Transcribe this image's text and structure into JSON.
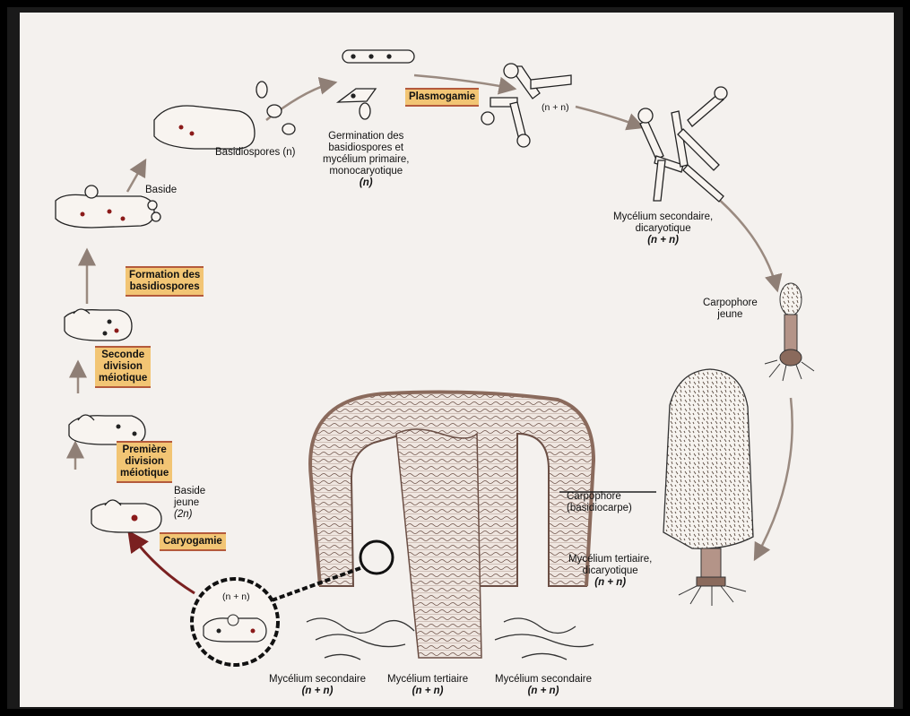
{
  "labels": {
    "basidiospores": "Basidiospores (n)",
    "germination_1": "Germination des",
    "germination_2": "basidiospores et",
    "germination_3": "mycélium primaire,",
    "germination_4": "monocaryotique",
    "germination_n": "(n)",
    "nn_top": "(n + n)",
    "myc_sec_1": "Mycélium secondaire,",
    "myc_sec_2": "dicaryotique",
    "myc_sec_n": "(n + n)",
    "baside": "Baside",
    "carpo_jeune_1": "Carpophore",
    "carpo_jeune_2": "jeune",
    "carpophore_1": "Carpophore",
    "carpophore_2": "(basidiocarpe)",
    "myc_tert_1": "Mycélium tertiaire,",
    "myc_tert_2": "dicaryotique",
    "myc_tert_n": "(n + n)",
    "baside_jeune_1": "Baside",
    "baside_jeune_2": "jeune",
    "baside_jeune_n": "(2n)",
    "nn_circle": "(n + n)",
    "bottom_left_1": "Mycélium secondaire",
    "bottom_left_n": "(n + n)",
    "bottom_mid_1": "Mycélium tertiaire",
    "bottom_mid_n": "(n + n)",
    "bottom_right_1": "Mycélium secondaire",
    "bottom_right_n": "(n + n)"
  },
  "steps": {
    "plasmogamie": "Plasmogamie",
    "formation_1": "Formation des",
    "formation_2": "basidiospores",
    "seconde_1": "Seconde",
    "seconde_2": "division",
    "seconde_3": "méiotique",
    "premiere_1": "Première",
    "premiere_2": "division",
    "premiere_3": "méiotique",
    "caryogamie": "Caryogamie"
  },
  "colors": {
    "box_fill": "#f2c574",
    "box_border": "#b45a3c",
    "arrow": "#9a8a80",
    "gill": "#8a6a5c",
    "nucleus": "#8b1a1a"
  }
}
